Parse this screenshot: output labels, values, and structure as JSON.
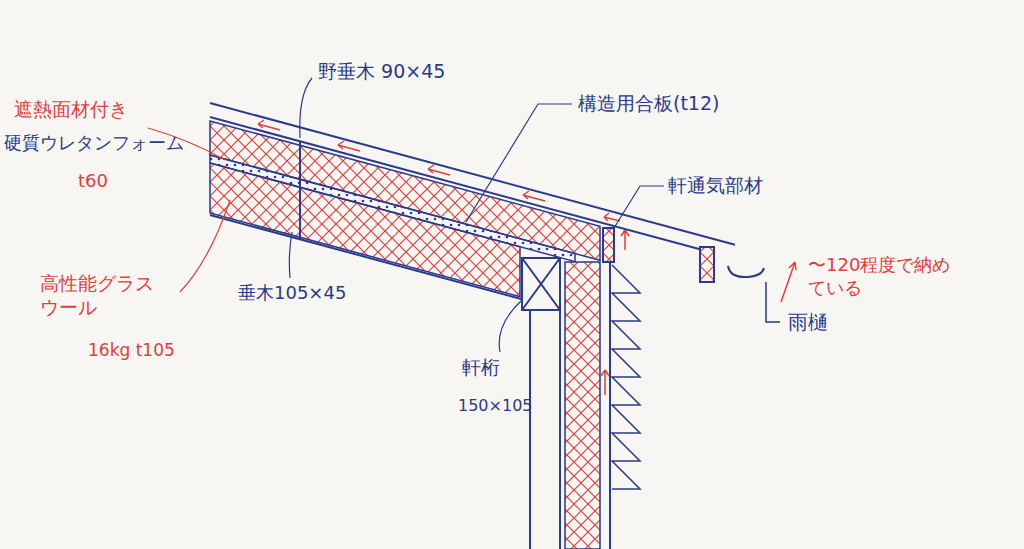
{
  "diagram": {
    "labels": [
      "遮熱面材付き",
      "硬質ウレタンフォーム",
      "t60",
      "野垂木 90×45",
      "構造用合板(t12)",
      "軒通気部材",
      "高性能グラスウール",
      "16kg t105",
      "垂木105×45",
      "軒桁",
      "150×105",
      "〜120程度で納めている",
      "雨樋"
    ]
  }
}
